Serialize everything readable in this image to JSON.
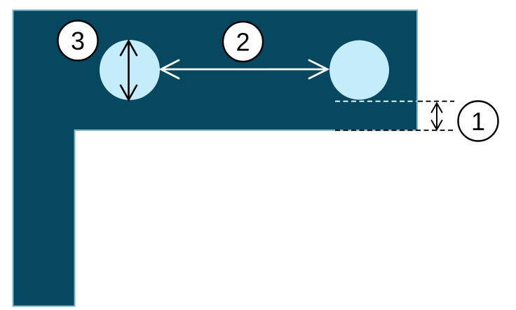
{
  "diagram": {
    "description_labels": {
      "callout_margin": "1",
      "callout_spacing": "2",
      "callout_diameter": "3"
    },
    "colors": {
      "background": "#FFFFFF",
      "panel_fill": "#05485F",
      "panel_border": "#7CB6CB",
      "dot_fill": "#C5ECFA",
      "dimension_arrow_dark": "#000000",
      "dimension_arrow_light": "#FFFFFF",
      "badge_fill": "#FFFFFF",
      "badge_border": "#000000"
    }
  }
}
